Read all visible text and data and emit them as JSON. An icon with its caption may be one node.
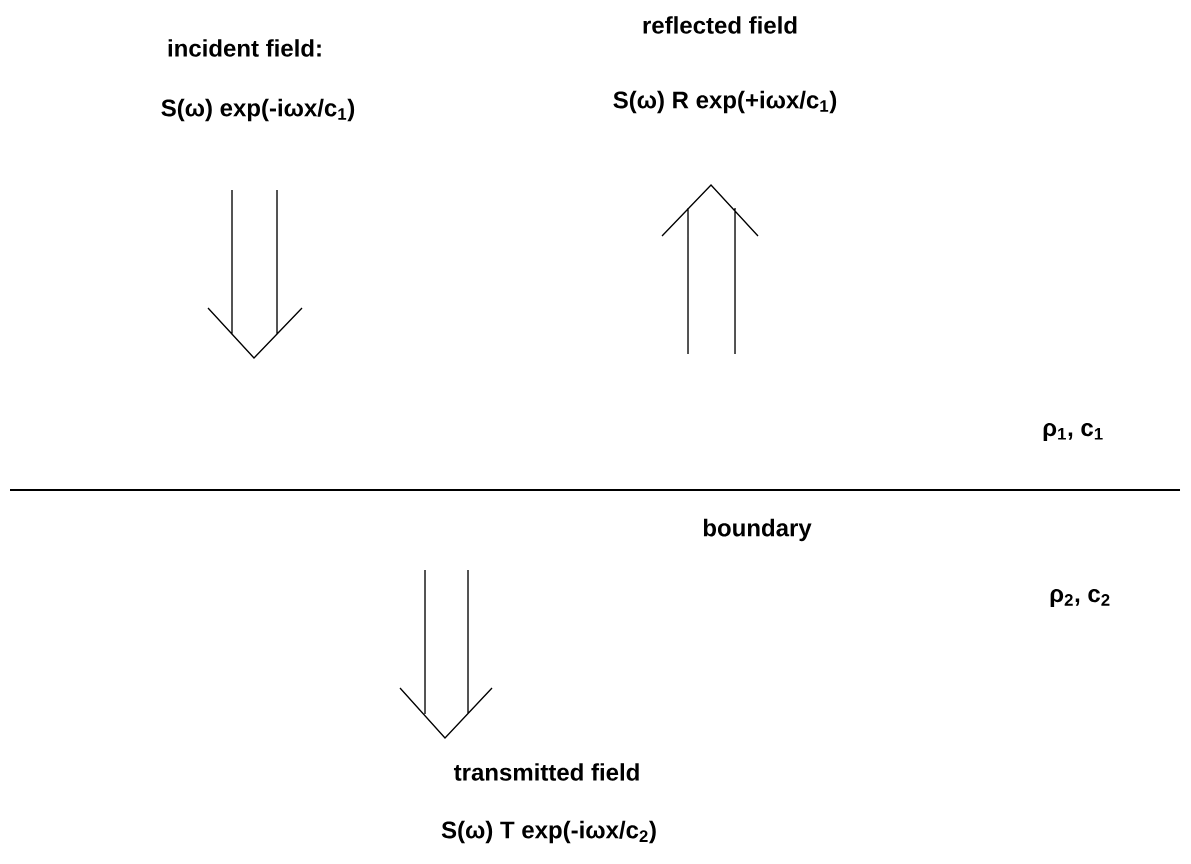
{
  "diagram": {
    "labels": [
      "incident field:",
      "S(ω) exp(-iωx/c$_{1}$)",
      "reflected field",
      "S(ω) R exp(+iωx/c$_{1}$)",
      "ρ$_{1}$, c$_{1}$",
      "boundary",
      "ρ$_{2}$, c$_{2}$",
      "transmitted field",
      "S(ω) T exp(-iωx/c$_{2}$)"
    ]
  }
}
